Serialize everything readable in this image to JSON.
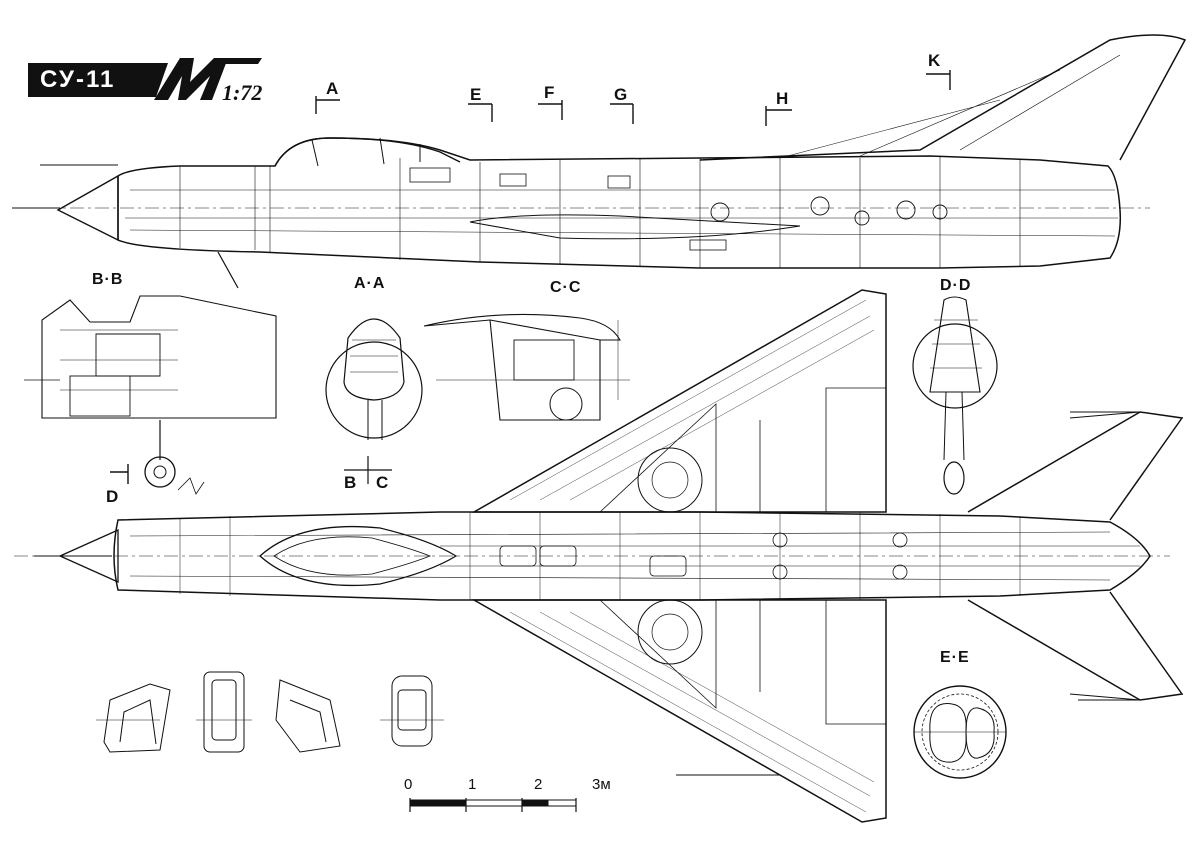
{
  "title": {
    "model": "СУ-11",
    "logo": "M",
    "scale": "1:72"
  },
  "cut_markers": {
    "a": "A",
    "e": "E",
    "f": "F",
    "g": "G",
    "h": "H",
    "k": "K",
    "b": "B",
    "c": "C",
    "d": "D"
  },
  "section_labels": {
    "bb": "B·B",
    "aa": "A·A",
    "cc": "C·C",
    "dd": "D·D",
    "ee": "E·E"
  },
  "scale_bar": {
    "ticks": [
      "0",
      "1",
      "2",
      "3м"
    ]
  }
}
